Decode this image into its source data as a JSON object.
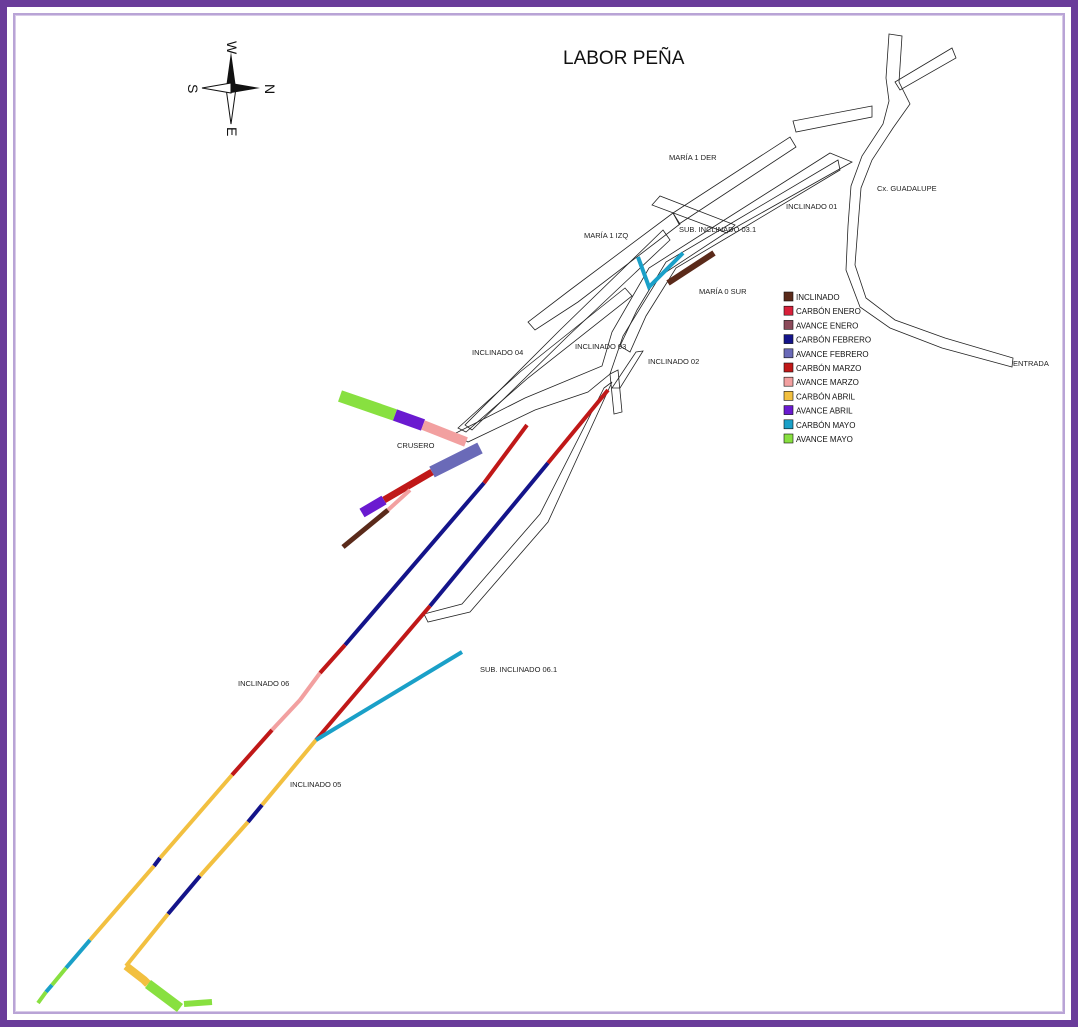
{
  "title": "LABOR PEÑA",
  "compass": {
    "north": "N",
    "south": "S",
    "east": "E",
    "west": "W"
  },
  "labels": {
    "maria1der": "MARÍA 1 DER",
    "guadalupe": "Cx. GUADALUPE",
    "inclinado01": "INCLINADO 01",
    "maria1izq": "MARÍA 1 IZQ",
    "subinclinado031": "SUB. INCLINADO 03.1",
    "maria0sur": "MARÍA 0 SUR",
    "inclinado04": "INCLINADO 04",
    "inclinado03": "INCLINADO 03",
    "inclinado02": "INCLINADO 02",
    "entrada": "ENTRADA",
    "crusero": "CRUSERO",
    "subinclinado061": "SUB. INCLINADO 06.1",
    "inclinado06": "INCLINADO 06",
    "inclinado05": "INCLINADO 05"
  },
  "legend": [
    {
      "label": "INCLINADO",
      "color": "#5a2a1a"
    },
    {
      "label": "CARBÓN ENERO",
      "color": "#d8203a"
    },
    {
      "label": "AVANCE ENERO",
      "color": "#8b4a5a"
    },
    {
      "label": "CARBÓN FEBRERO",
      "color": "#14148a"
    },
    {
      "label": "AVANCE FEBRERO",
      "color": "#6a6ab8"
    },
    {
      "label": "CARBÓN MARZO",
      "color": "#c01818"
    },
    {
      "label": "AVANCE MARZO",
      "color": "#f2a0a0"
    },
    {
      "label": "CARBÓN ABRIL",
      "color": "#f2c040"
    },
    {
      "label": "AVANCE ABRIL",
      "color": "#6a1ad0"
    },
    {
      "label": "CARBÓN MAYO",
      "color": "#1aa0c8"
    },
    {
      "label": "AVANCE MAYO",
      "color": "#88e040"
    }
  ]
}
